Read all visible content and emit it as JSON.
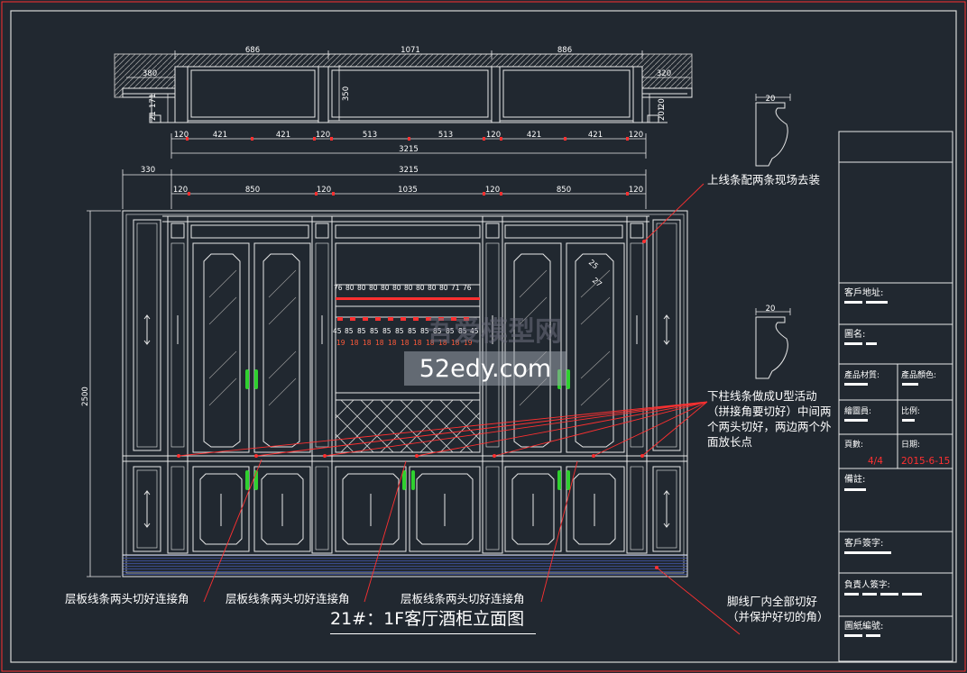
{
  "top_dims": {
    "segments": [
      "686",
      "1071",
      "886"
    ],
    "left_return": "380",
    "right_return": "320",
    "height": "350",
    "left_small": [
      "21",
      "171"
    ],
    "right_small": [
      "201",
      "20"
    ],
    "bottom_row": [
      "120",
      "421",
      "421",
      "120",
      "513",
      "513",
      "120",
      "421",
      "421",
      "120"
    ],
    "total": "3215"
  },
  "elev_dims": {
    "left_offset": "330",
    "total": "3215",
    "row": [
      "120",
      "850",
      "120",
      "1035",
      "120",
      "850",
      "120"
    ],
    "height": "2500",
    "top_spacing": [
      "76",
      "80",
      "80",
      "80",
      "80",
      "80",
      "80",
      "80",
      "80",
      "80",
      "71",
      "76"
    ],
    "glass_rack": [
      "45",
      "85",
      "85",
      "85",
      "85",
      "85",
      "85",
      "85",
      "85",
      "85",
      "85",
      "45"
    ],
    "glass_slots": [
      "19",
      "18",
      "18",
      "18",
      "18",
      "18",
      "18",
      "18",
      "18",
      "18",
      "19"
    ],
    "arc": [
      "25",
      "27"
    ]
  },
  "profiles": {
    "upper_width": "20",
    "lower_width": "20"
  },
  "notes": {
    "upper_molding": "上线条配两条现场去装",
    "lower_column": "下柱线条做成U型活动（拼接角要切好）中间两个两头切好，两边两个外面放长点",
    "shelf1": "层板线条两头切好连接角",
    "shelf2": "层板线条两头切好连接角",
    "shelf3": "层板线条两头切好连接角",
    "skirting": "脚线厂内全部切好（并保护好切的角）"
  },
  "title": "21#：1F客厅酒柜立面图",
  "watermark": {
    "line1": "吾爱模型网",
    "line2": "52edy.com"
  },
  "title_block": {
    "client_address": "客戶地址:",
    "drawing_name": "圖名:",
    "material": "產品材質:",
    "color": "產品顏色:",
    "drafter": "繪圖員:",
    "scale": "比例:",
    "sheets": "頁數:",
    "date": "日期:",
    "sheet_value": "4/4",
    "date_value": "2015-6-15",
    "remarks": "備註:",
    "client_sign": "客戶簽字:",
    "manager_sign": "負責人簽字:",
    "drawing_no": "圖紙編號:"
  },
  "colors": {
    "background": "#212830",
    "border": "#ff3030",
    "lines": "#e8e8e8",
    "dims": "#ffffff",
    "handles": "#2fd12f"
  }
}
